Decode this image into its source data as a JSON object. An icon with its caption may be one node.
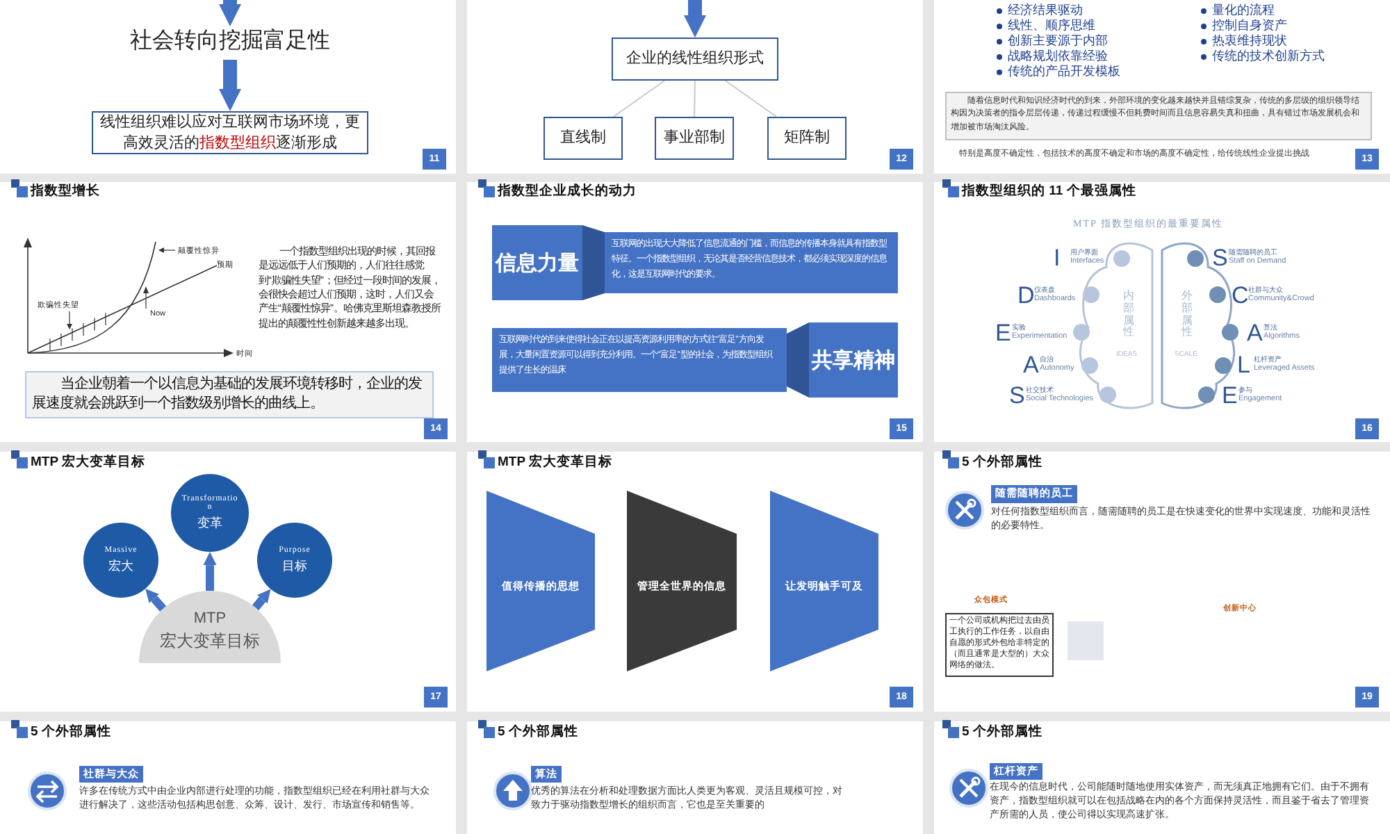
{
  "diagram": {
    "nodes": [
      {
        "text": [
          "社会转向挖掘富足性"
        ]
      },
      {
        "text": [
          "线性组织难以应对互联网市场环境，更高效灵活的**指数型组织**逐渐形成"
        ]
      },
      {
        "text": [
          "企业的线性组织形式"
        ]
      },
      {
        "text": [
          "直线制"
        ]
      },
      {
        "text": [
          "事业部制"
        ]
      },
      {
        "text": [
          "矩阵制"
        ]
      },
      {
        "text": [
          "随着信息时代和知识经济时代的到来，外部环境的变化越来越快并且错综复杂，传统的多层级的组织领导结构因为决策者的指令层层传递，传递过程缓慢不但耗费时间而且信息容易失真和扭曲，具有错过市场发展机会和增加被市场淘汰风险。"
        ]
      },
      {
        "text": [
          "当企业朝着一个以信息为基础的发展环境转移时，企业的发展速度就会跳跃到一个指数级别增长的曲线上。"
        ]
      },
      {
        "text": [
          "信息力量"
        ]
      },
      {
        "text": [
          "互联网的出现大大降低了信息流通的门槛，而信息的传播本身就具有指数型特征。一个指数型组织，无论其是否经营信息技术，都必须实现深度的信息化，这是互联网时代的要求。"
        ]
      },
      {
        "text": [
          "互联网时代的到来使得社会正在以提高资源利用率的方式往“富足”方向发展，大量闲置资源可以得到充分利用。一个“富足”型的社会，为指数型组织提供了生长的温床"
        ]
      },
      {
        "text": [
          "共享精神"
        ]
      },
      {
        "text": [
          "Massive",
          "宏大"
        ]
      },
      {
        "text": [
          "Transformation",
          "变革"
        ]
      },
      {
        "text": [
          "Purpose",
          "目标"
        ]
      },
      {
        "text": [
          "MTP",
          "宏大变革目标"
        ]
      },
      {
        "text": [
          "值得传播的思想"
        ]
      },
      {
        "text": [
          "管理全世界的信息"
        ]
      },
      {
        "text": [
          "让发明触手可及"
        ]
      },
      {
        "text": [
          "随需随聘的员工"
        ]
      },
      {
        "text": [
          "一个公司或机构把过去由员工执行的工作任务，以自由自愿的形式外包给非特定的（而且通常是大型的）大众网络的做法。"
        ]
      },
      {
        "text": [
          "社群与大众"
        ]
      },
      {
        "text": [
          "算法"
        ]
      },
      {
        "text": [
          "杠杆资产"
        ]
      }
    ],
    "edges": [
      {
        "from": null,
        "to": 0,
        "arrow": "to"
      },
      {
        "from": 0,
        "to": 1,
        "arrow": "to"
      },
      {
        "from": null,
        "to": 2,
        "arrow": "to"
      },
      {
        "from": 2,
        "to": 3,
        "arrow": "none",
        "color": "#c9c9c9"
      },
      {
        "from": 2,
        "to": 4,
        "arrow": "none",
        "color": "#c9c9c9"
      },
      {
        "from": 2,
        "to": 5,
        "arrow": "none",
        "color": "#c9c9c9"
      },
      {
        "from": 15,
        "to": 12,
        "arrow": "to"
      },
      {
        "from": 15,
        "to": 13,
        "arrow": "to"
      },
      {
        "from": 15,
        "to": 14,
        "arrow": "to"
      }
    ],
    "labels": [
      "11",
      "12",
      "经济结果驱动",
      "线性、顺序思维",
      "创新主要源于内部",
      "战略规划依靠经验",
      "传统的产品开发模板",
      "量化的流程",
      "控制自身资产",
      "热衷维持现状",
      "传统的技术创新方式",
      "特别是高度不确定性，包括技术的高度不确定和市场的高度不确定性，给传统线性企业提出挑战",
      "13",
      "指数型增长",
      "颠覆性惊异",
      "预期",
      "欺骗性失望",
      "Now",
      "时间",
      "一个指数型组织出现的时候，其回报是远远低于人们预期的，人们往往感觉到“欺骗性失望”；但经过一段时间的发展，会很快会超过人们预期，这时，人们又会产生“颠覆性惊异”。哈佛克里斯坦森教授所提出的颠覆性性创新越来越多出现。",
      "14",
      "指数型企业成长的动力",
      "15",
      "指数型组织的 11 个最强属性",
      "MTP 指数型组织的最重要属性",
      "I",
      "用户界面",
      "Interfaces",
      "D",
      "仪表盘",
      "Dashboards",
      "E",
      "实验",
      "Experimentation",
      "A",
      "自治",
      "Autonomy",
      "S",
      "社交技术",
      "Social Technologies",
      "S",
      "随需随聘的员工",
      "Staff on Demand",
      "C",
      "社群与大众",
      "Community&Crowd",
      "A",
      "算法",
      "Algorithms",
      "L",
      "杠杆资产",
      "Leveraged Assets",
      "E",
      "参与",
      "Engagement",
      "内部属性",
      "IDEAS",
      "外部属性",
      "SCALE",
      "16",
      "MTP 宏大变革目标",
      "17",
      "MTP 宏大变革目标",
      "18",
      "5 个外部属性",
      "对任何指数型组织而言，随需随聘的员工是在快速变化的世界中实现速度、功能和灵活性的必要特性。",
      "众包模式",
      "创新中心",
      "19",
      "5 个外部属性",
      "许多在传统方式中由企业内部进行处理的功能，指数型组织已经在利用社群与大众进行解决了，这些活动包括构思创意、众筹、设计、发行、市场宣传和销售等。",
      "5 个外部属性",
      "优秀的算法在分析和处理数据方面比人类更为客观、灵活且规模可控，对致力于驱动指数型增长的组织而言，它也是至关重要的",
      "5 个外部属性",
      "在现今的信息时代，公司能随时随地使用实体资产，而无须真正地拥有它们。由于不拥有资产，指数型组织就可以在包括战略在内的各个方面保持灵活性，而且鉴于省去了管理资产所需的人员，使公司得以实现高速扩张。"
    ]
  }
}
